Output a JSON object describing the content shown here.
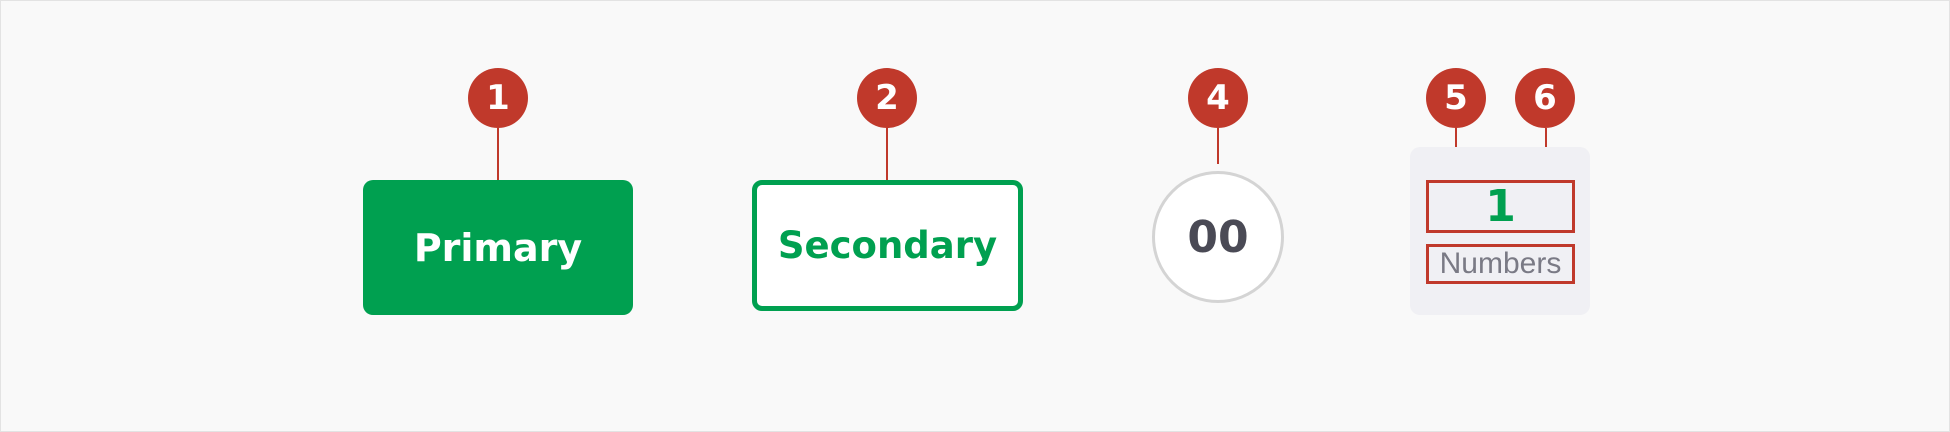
{
  "primary_button": {
    "label": "Primary",
    "color": "#00a050"
  },
  "secondary_button": {
    "label": "Secondary",
    "color": "#00a050"
  },
  "counter": {
    "value": "00"
  },
  "number_card": {
    "value": "1",
    "label": "Numbers"
  },
  "markers": [
    {
      "label": "1"
    },
    {
      "label": "2"
    },
    {
      "label": "4"
    },
    {
      "label": "5"
    },
    {
      "label": "6"
    }
  ],
  "colors": {
    "marker": "#c0392b",
    "accent": "#00a050"
  }
}
